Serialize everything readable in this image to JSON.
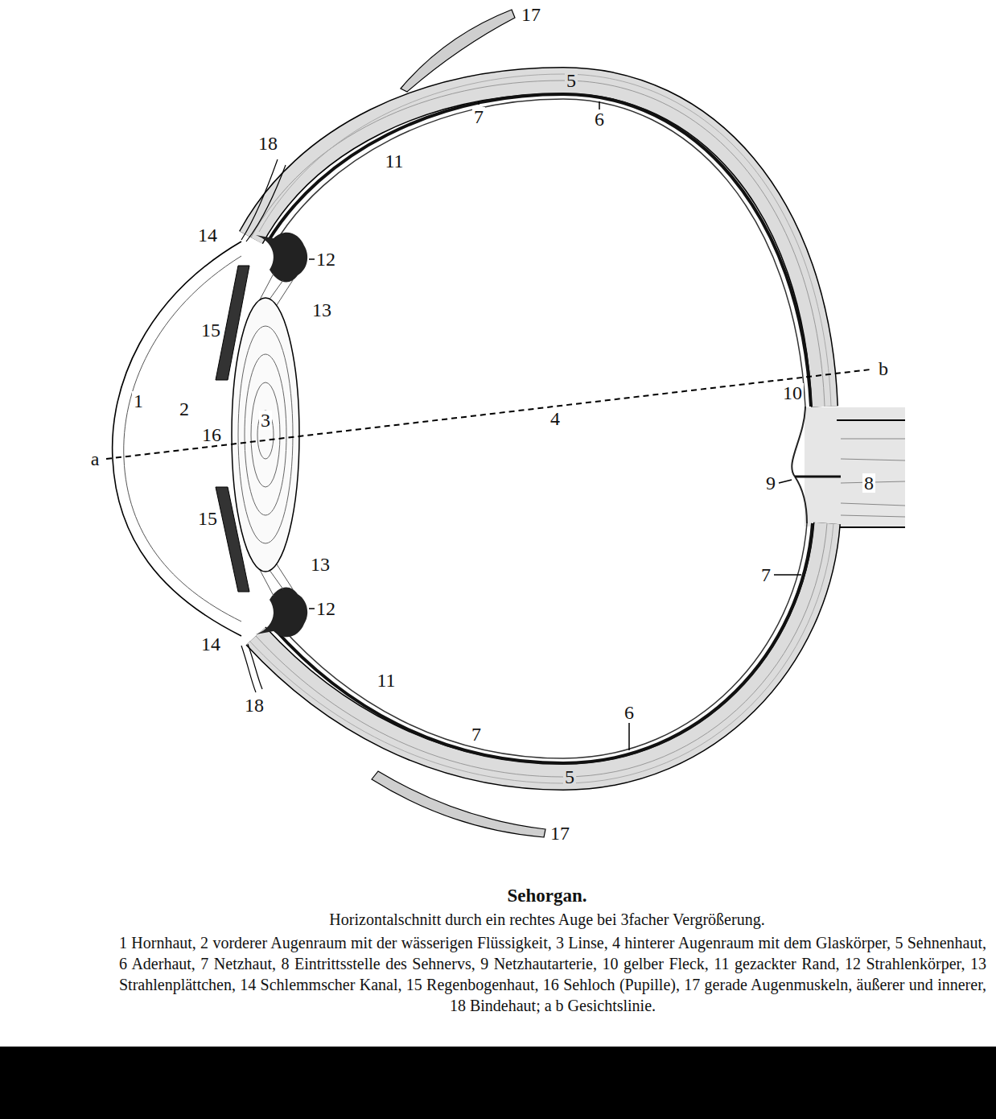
{
  "diagram": {
    "title": "Sehorgan.",
    "caption": "Horizontalschnitt durch ein rechtes Auge bei 3facher Vergrößerung.",
    "labels": [
      "17",
      "5",
      "7",
      "6",
      "18",
      "11",
      "14",
      "12",
      "13",
      "15",
      "b",
      "10",
      "1",
      "2",
      "4",
      "3",
      "16",
      "a",
      "9",
      "15",
      "8",
      "13",
      "7",
      "12",
      "14",
      "18",
      "11",
      "6",
      "7",
      "5",
      "17",
      "1 Hornhaut, 2 vorderer Augenraum mit der wässerigen Flüssigkeit, 3 Linse, 4 hinterer Augenraum mit dem Glaskörper, 5 Sehnenhaut, 6 Aderhaut, 7 Netzhaut, 8 Eintrittsstelle des Sehnervs, 9 Netzhautarterie, 10 gelber Fleck, 11 gezackter Rand, 12 Strahlenkörper, 13 Strahlenplättchen, 14 Schlemmscher Kanal, 15 Regenbogenhaut, 16 Sehloch (Pupille), 17 gerade Augenmuskeln, äußerer und innerer, 18 Bindehaut; a b Gesichtslinie."
    ]
  }
}
